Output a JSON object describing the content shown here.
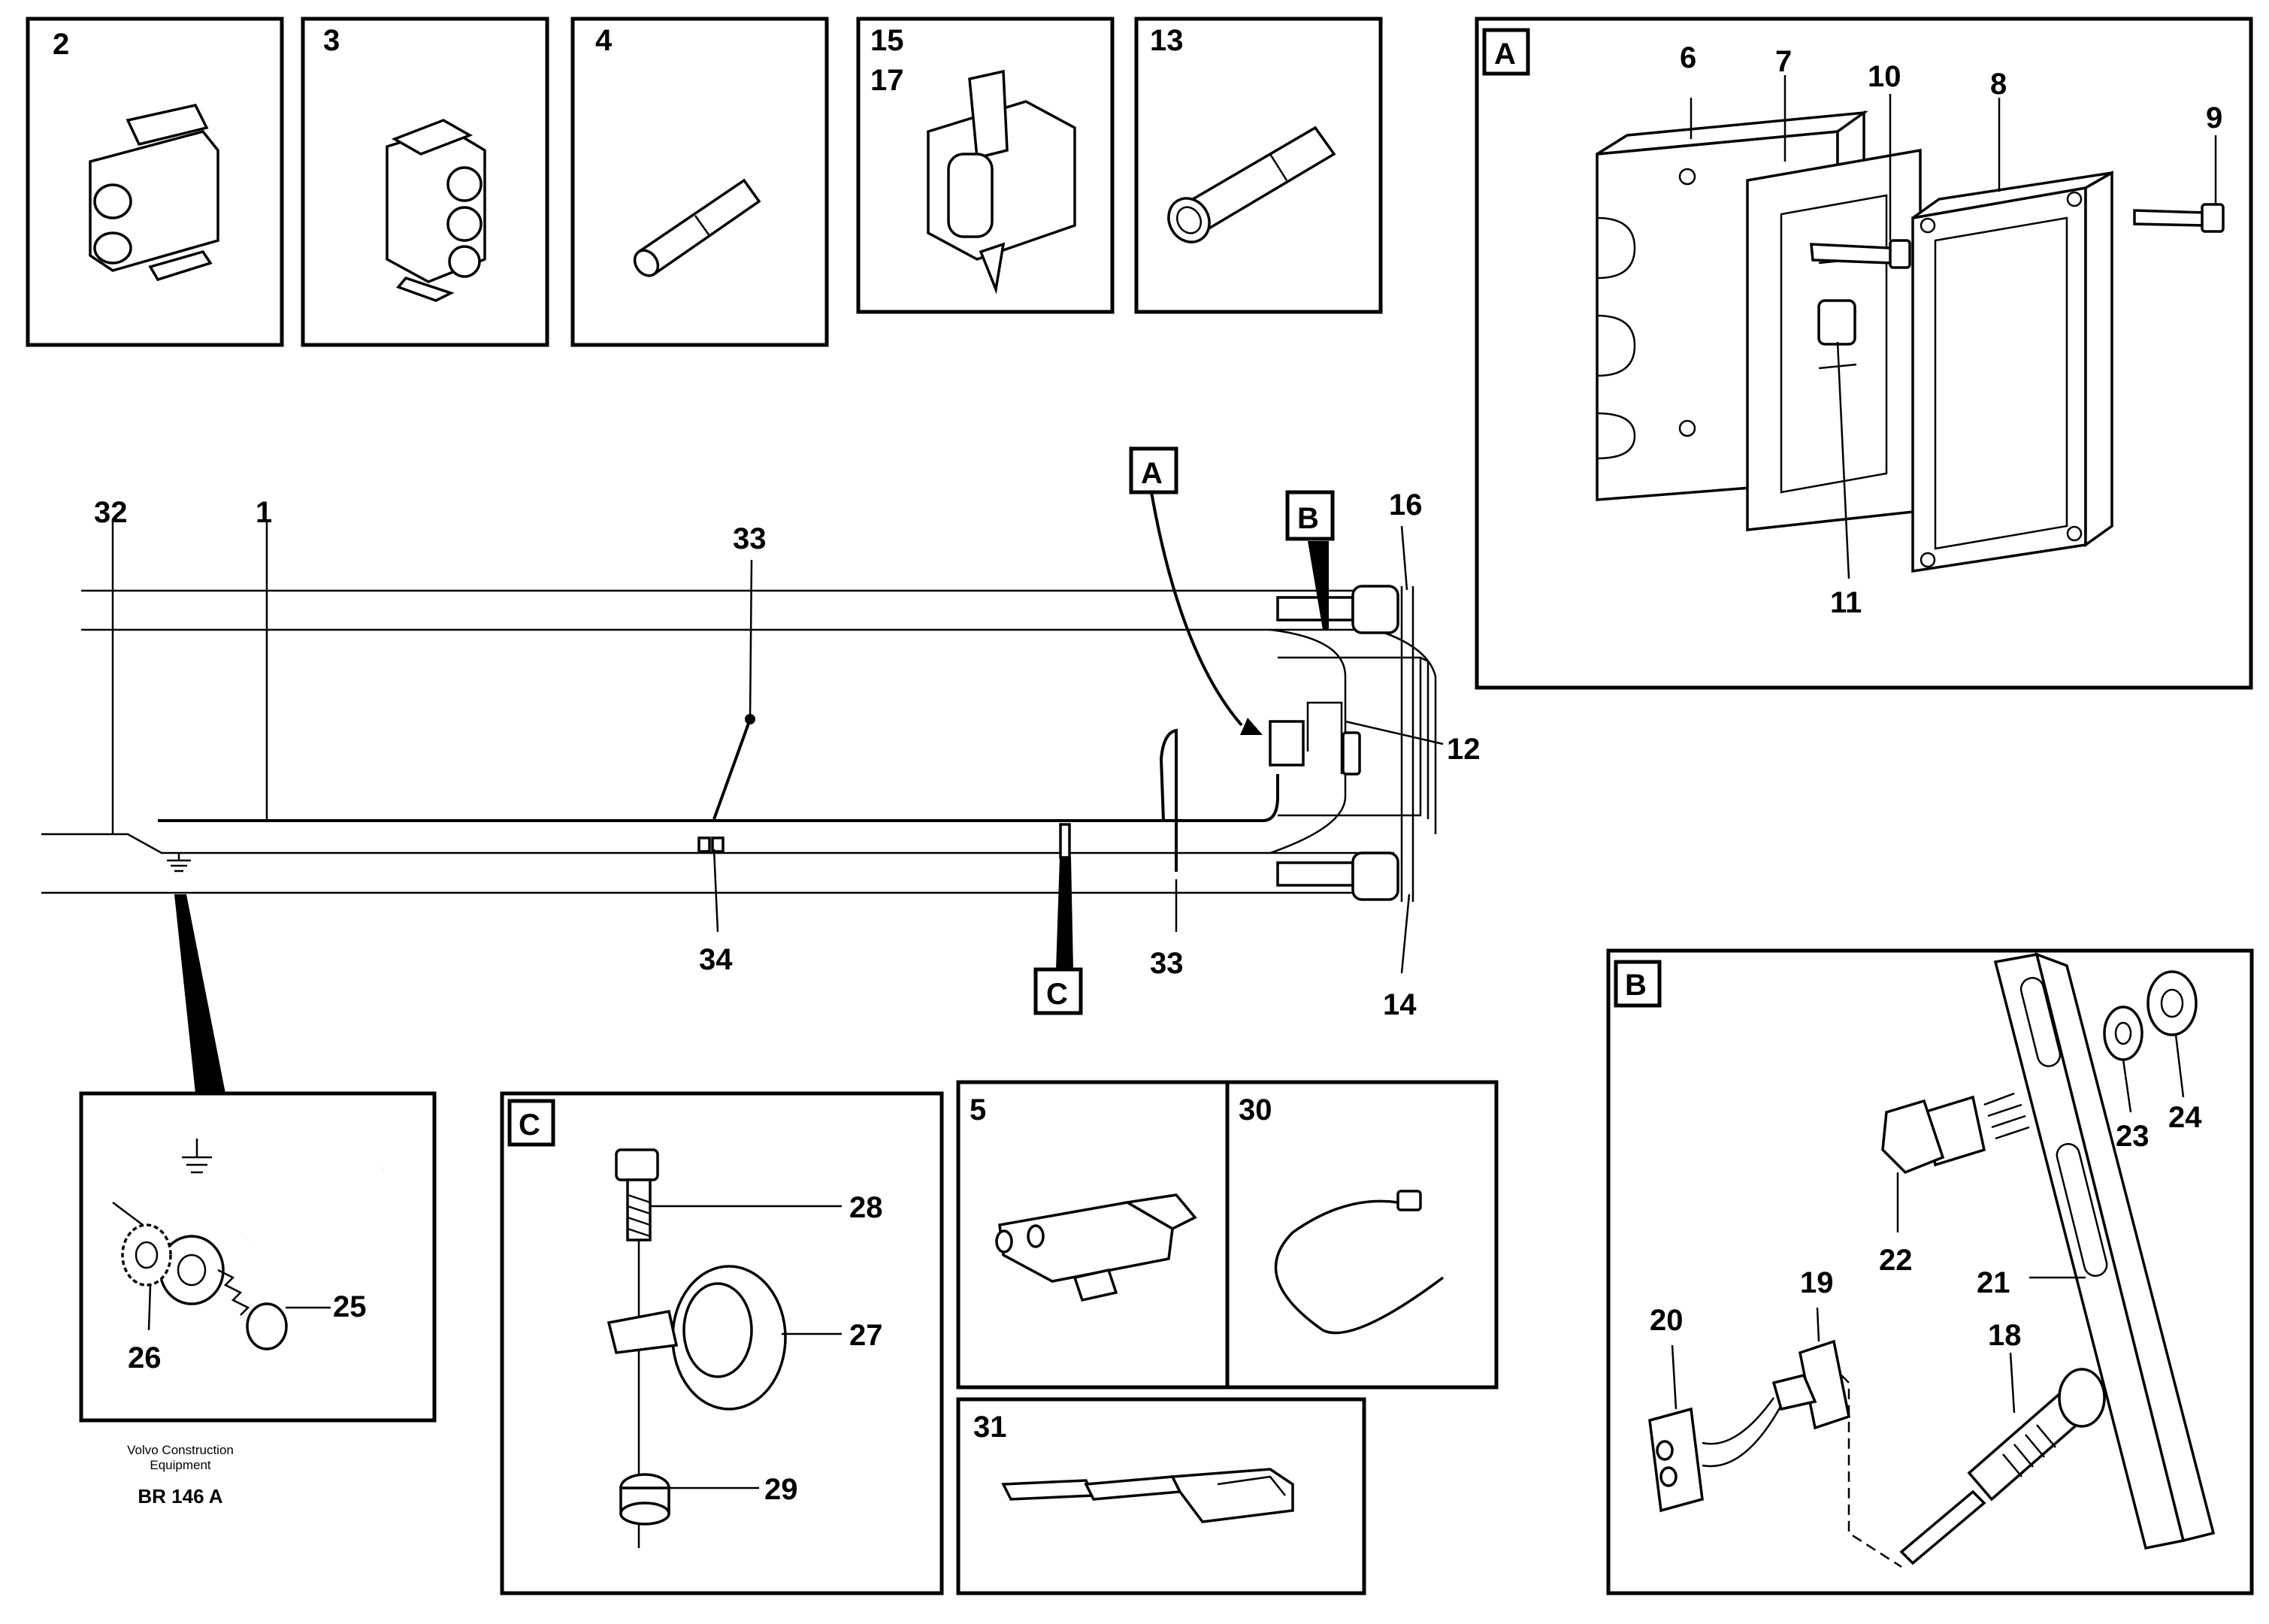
{
  "panels": {
    "p2": "2",
    "p3": "3",
    "p4": "4",
    "p15": "15",
    "p17": "17",
    "p13": "13",
    "p5": "5",
    "p30": "30",
    "p31": "31"
  },
  "details": {
    "a": "A",
    "b": "B",
    "c": "C"
  },
  "callouts": {
    "c1": "1",
    "c6": "6",
    "c7": "7",
    "c8": "8",
    "c9": "9",
    "c10": "10",
    "c11": "11",
    "c12": "12",
    "c14": "14",
    "c16": "16",
    "c18": "18",
    "c19": "19",
    "c20": "20",
    "c21": "21",
    "c22": "22",
    "c23": "23",
    "c24": "24",
    "c25": "25",
    "c26": "26",
    "c27": "27",
    "c28": "28",
    "c29": "29",
    "c32": "32",
    "c33a": "33",
    "c33b": "33",
    "c34": "34"
  },
  "footer": {
    "brand_line1": "Volvo Construction",
    "brand_line2": "Equipment",
    "ref": "BR 146 A"
  }
}
